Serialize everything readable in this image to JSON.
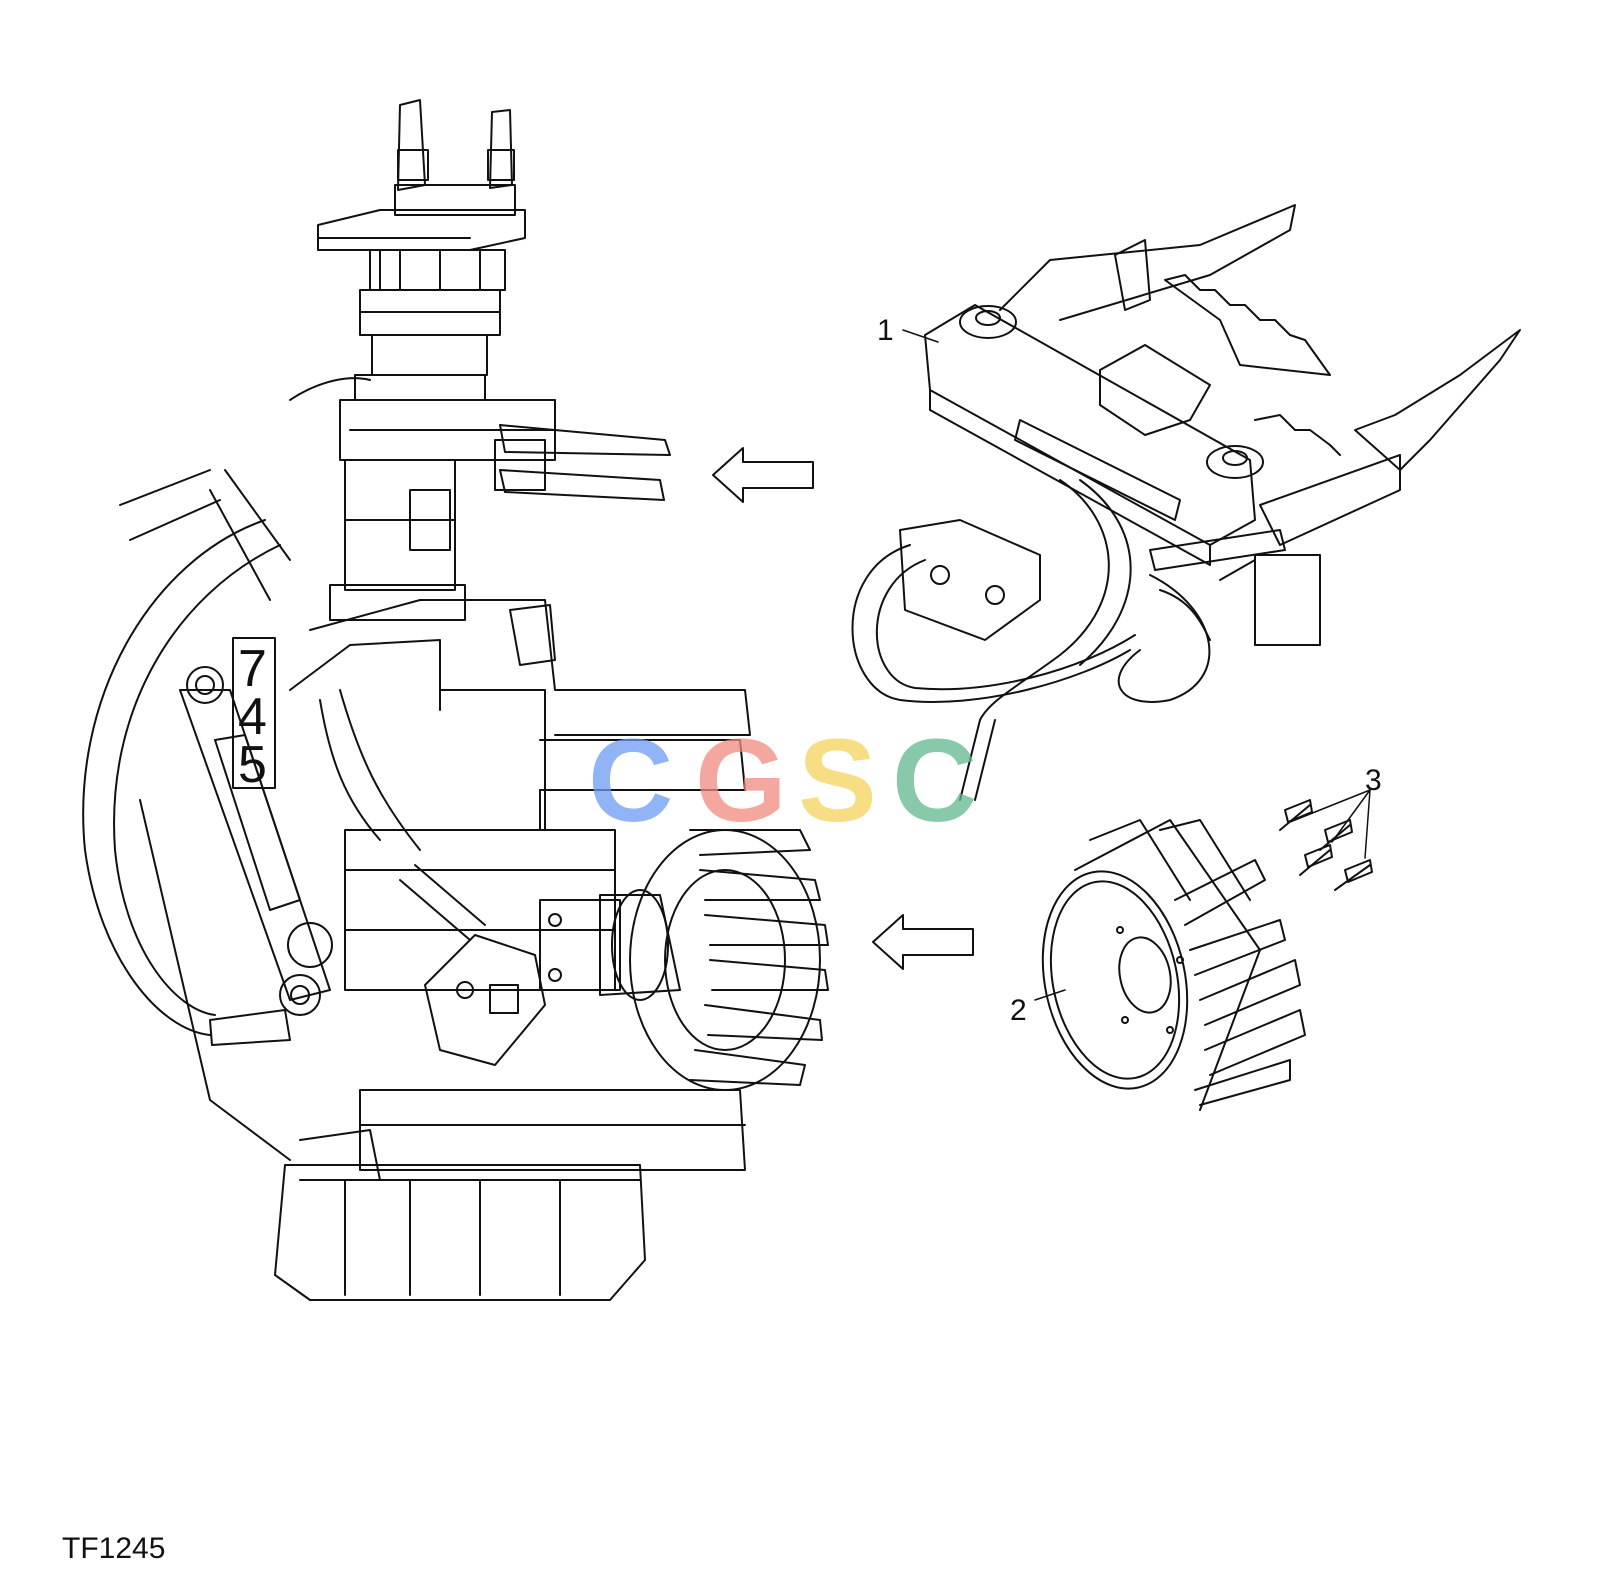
{
  "plate_digits": [
    "7",
    "4",
    "5"
  ],
  "callouts": {
    "c1": "1",
    "c2": "2",
    "c3": "3"
  },
  "figure_id": "TF1245",
  "watermark": {
    "letters": [
      "C",
      "G",
      "S",
      "C"
    ],
    "colors": [
      "#6b9cf2",
      "#f08a7e",
      "#f5d25c",
      "#5fb88c"
    ]
  }
}
